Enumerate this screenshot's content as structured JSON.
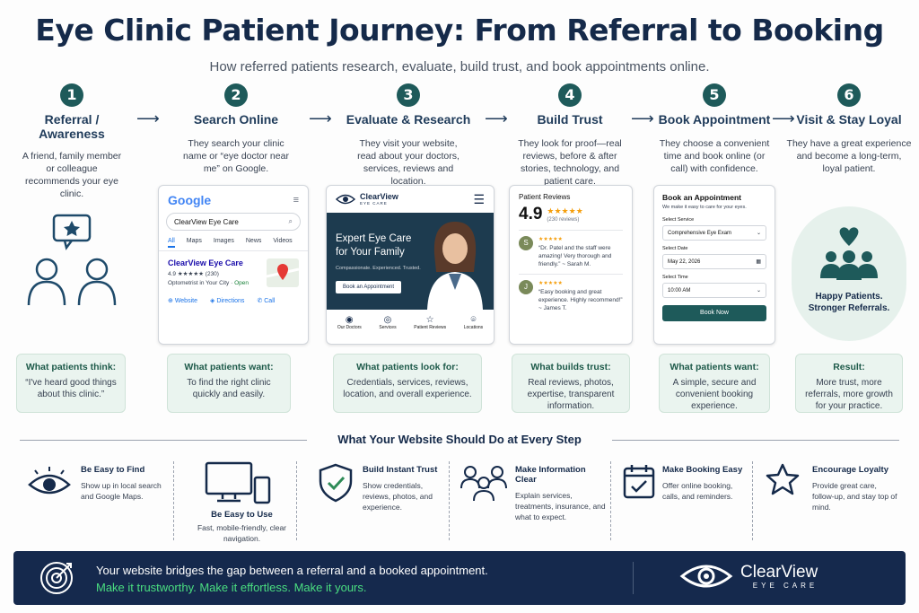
{
  "title": "Eye Clinic Patient Journey: From Referral to Booking",
  "subtitle": "How referred patients research, evaluate, build trust, and book appointments online.",
  "steps": [
    {
      "num": "1",
      "title": "Referral / Awareness",
      "desc": "A friend, family member or colleague recommends your eye clinic."
    },
    {
      "num": "2",
      "title": "Search Online",
      "desc": "They search your clinic name or “eye doctor near me” on Google."
    },
    {
      "num": "3",
      "title": "Evaluate & Research",
      "desc": "They visit your website, read about your doctors, services, reviews and location."
    },
    {
      "num": "4",
      "title": "Build Trust",
      "desc": "They look for proof—real reviews, before & after stories, technology, and patient care."
    },
    {
      "num": "5",
      "title": "Book Appointment",
      "desc": "They choose a convenient time and book online (or call) with confidence."
    },
    {
      "num": "6",
      "title": "Visit & Stay Loyal",
      "desc": "They have a great experience and become a long-term, loyal patient."
    }
  ],
  "google": {
    "logo": "Google",
    "query": "ClearView Eye Care",
    "tabs": [
      "All",
      "Maps",
      "Images",
      "News",
      "Videos"
    ],
    "result_name": "ClearView Eye Care",
    "rating": "4.9 ★★★★★ (230)",
    "result_meta": "Optometrist in Your City ·",
    "open": "Open",
    "actions": [
      "Website",
      "Directions",
      "Call"
    ]
  },
  "website": {
    "brand": "ClearView",
    "brand_sub": "EYE CARE",
    "hero_title": "Expert Eye Care for Your Family",
    "hero_sub": "Compassionate. Experienced. Trusted.",
    "hero_button": "Book an Appointment",
    "nav": [
      "Our Doctors",
      "Services",
      "Patient Reviews",
      "Locations"
    ]
  },
  "reviews": {
    "heading": "Patient Reviews",
    "score": "4.9",
    "stars": "★★★★★",
    "count": "(230 reviews)",
    "items": [
      {
        "initial": "S",
        "stars": "★★★★★",
        "text": "“Dr. Patel and the staff were amazing! Very thorough and friendly.” ~ Sarah M."
      },
      {
        "initial": "J",
        "stars": "★★★★★",
        "text": "“Easy booking and great experience. Highly recommend!” ~ James T."
      }
    ]
  },
  "booking": {
    "heading": "Book an Appointment",
    "sub": "We make it easy to care for your eyes.",
    "service_label": "Select Service",
    "service_value": "Comprehensive Eye Exam",
    "date_label": "Select Date",
    "date_value": "May 22, 2026",
    "time_label": "Select Time",
    "time_value": "10:00 AM",
    "button": "Book Now"
  },
  "happy": {
    "line1": "Happy Patients.",
    "line2": "Stronger Referrals."
  },
  "callouts": [
    {
      "head": "What patients think:",
      "body": "“I've heard good things about this clinic.”"
    },
    {
      "head": "What patients want:",
      "body": "To find the right clinic quickly and easily."
    },
    {
      "head": "What patients look for:",
      "body": "Credentials, services, reviews, location, and overall experience."
    },
    {
      "head": "What builds trust:",
      "body": "Real reviews, photos, expertise, transparent information."
    },
    {
      "head": "What patients want:",
      "body": "A simple, secure and convenient booking experience."
    },
    {
      "head": "Result:",
      "body": "More trust, more referrals, more growth for your practice."
    }
  ],
  "section_title": "What Your Website Should Do at Every Step",
  "features": [
    {
      "title": "Be Easy to Find",
      "desc": "Show up in local search and Google Maps."
    },
    {
      "title": "Be Easy to Use",
      "desc": "Fast, mobile-friendly, clear navigation."
    },
    {
      "title": "Build Instant Trust",
      "desc": "Show credentials, reviews, photos, and experience."
    },
    {
      "title": "Make Information Clear",
      "desc": "Explain services, treatments, insurance, and what to expect."
    },
    {
      "title": "Make Booking Easy",
      "desc": "Offer online booking, calls, and reminders."
    },
    {
      "title": "Encourage Loyalty",
      "desc": "Provide great care, follow-up, and stay top of mind."
    }
  ],
  "banner": {
    "line1": "Your website bridges the gap between a referral and a booked appointment.",
    "line2": "Make it trustworthy. Make it effortless. Make it yours.",
    "brand": "ClearView",
    "brand_sub": "EYE CARE"
  },
  "colors": {
    "navy": "#152a4a",
    "teal": "#1e5a5a",
    "accent_green": "#4ade80",
    "callout_bg": "#eaf4ef"
  }
}
